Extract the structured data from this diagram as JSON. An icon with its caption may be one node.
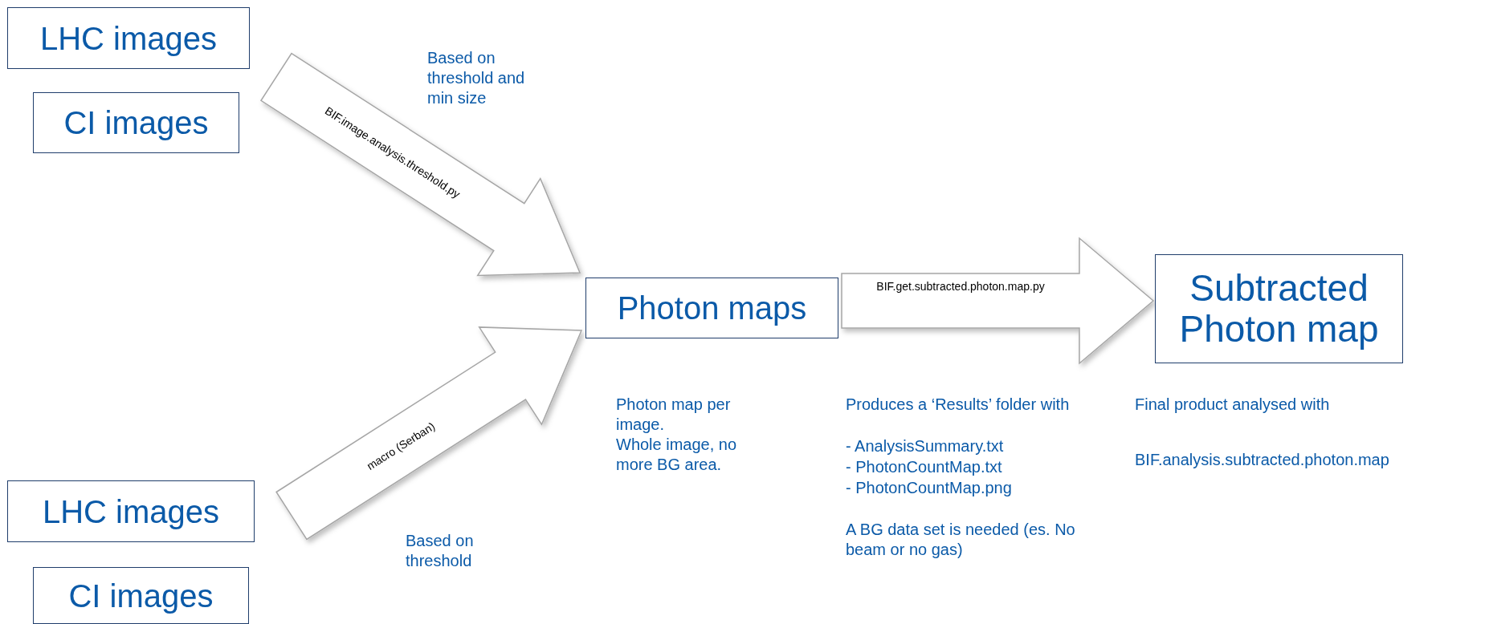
{
  "diagram": {
    "nodes": [
      {
        "text": [
          "LHC images"
        ]
      },
      {
        "text": [
          "CI images"
        ]
      },
      {
        "text": [
          "Photon maps"
        ],
        "beside": [
          "Photon map per image.",
          "Whole image, no more BG area."
        ]
      },
      {
        "text": [
          "Subtracted Photon map"
        ],
        "beside": [
          "Final product analysed with",
          "BIF.analysis.subtracted.photon.map"
        ]
      },
      {
        "text": [
          "LHC images"
        ]
      },
      {
        "text": [
          "CI images"
        ]
      }
    ],
    "edges": [
      {
        "from": 1,
        "to": 2,
        "arrow": "to",
        "label": "BIF.image.analysis.threshold.py"
      },
      {
        "from": 4,
        "to": 2,
        "arrow": "to",
        "label": "macro (Serban)"
      },
      {
        "from": 2,
        "to": 3,
        "arrow": "to",
        "label": "BIF.get.subtracted.photon.map.py"
      }
    ],
    "labels": [
      "Based on threshold and min size",
      "Based on threshold",
      "Produces a ‘Results’ folder with",
      "- AnalysisSummary.txt",
      "- PhotonCountMap.txt",
      "- PhotonCountMap.png",
      "A BG data set is needed (es. No beam or no gas)"
    ]
  }
}
